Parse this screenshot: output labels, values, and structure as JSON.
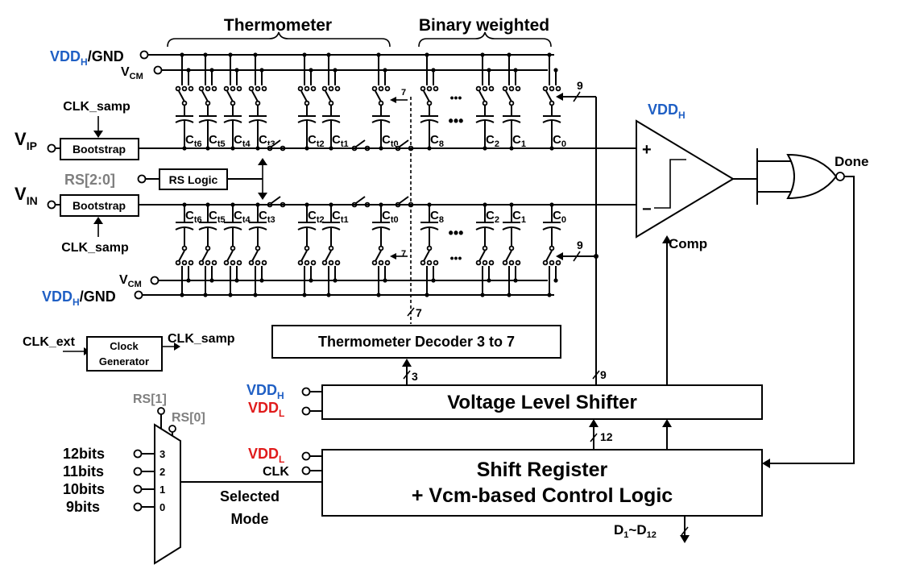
{
  "colors": {
    "vdd_h": "#1f5fc4",
    "vdd_l": "#e01b1b",
    "rs_gray": "#7f7f7f"
  },
  "groups": {
    "thermometer": "Thermometer",
    "binary": "Binary weighted"
  },
  "supplies": {
    "vddh": "VDD",
    "vddh_sub": "H",
    "vddl": "VDD",
    "vddl_sub": "L",
    "gnd_suffix": "/GND",
    "vcm": "V",
    "vcm_sub": "CM"
  },
  "inputs": {
    "vip": "V",
    "vip_sub": "IP",
    "vin": "V",
    "vin_sub": "IN",
    "rs": "RS[2:0]",
    "clk_samp": "CLK_samp",
    "clk_ext": "CLK_ext"
  },
  "blocks": {
    "bootstrap": "Bootstrap",
    "rs_logic": "RS Logic",
    "clock_gen_1": "Clock",
    "clock_gen_2": "Generator",
    "decoder": "Thermometer Decoder 3 to 7",
    "level_shifter": "Voltage Level Shifter",
    "shift_reg_1": "Shift Register",
    "shift_reg_2": "+ Vcm-based Control Logic"
  },
  "caps": {
    "prefix": "C",
    "therm": [
      "t6",
      "t5",
      "t4",
      "t3",
      "t2",
      "t1",
      "t0"
    ],
    "binary": [
      "8",
      "2",
      "1",
      "0"
    ]
  },
  "comparator": {
    "plus": "+",
    "minus": "−",
    "label": "Comp"
  },
  "gate": {
    "label": "Done"
  },
  "bus_widths": {
    "b7": "7",
    "b9": "9",
    "b3": "3",
    "b12": "12"
  },
  "mux": {
    "inputs": [
      "12bits",
      "11bits",
      "10bits",
      "9bits"
    ],
    "selects": [
      "3",
      "2",
      "1",
      "0"
    ],
    "rs1": "RS[1]",
    "rs0": "RS[0]",
    "out_1": "Selected",
    "out_2": "Mode"
  },
  "signals": {
    "clk": "CLK",
    "out": "D",
    "out_sub1": "1",
    "out_tilde": "~D",
    "out_sub2": "12"
  },
  "ellipsis": "•••"
}
